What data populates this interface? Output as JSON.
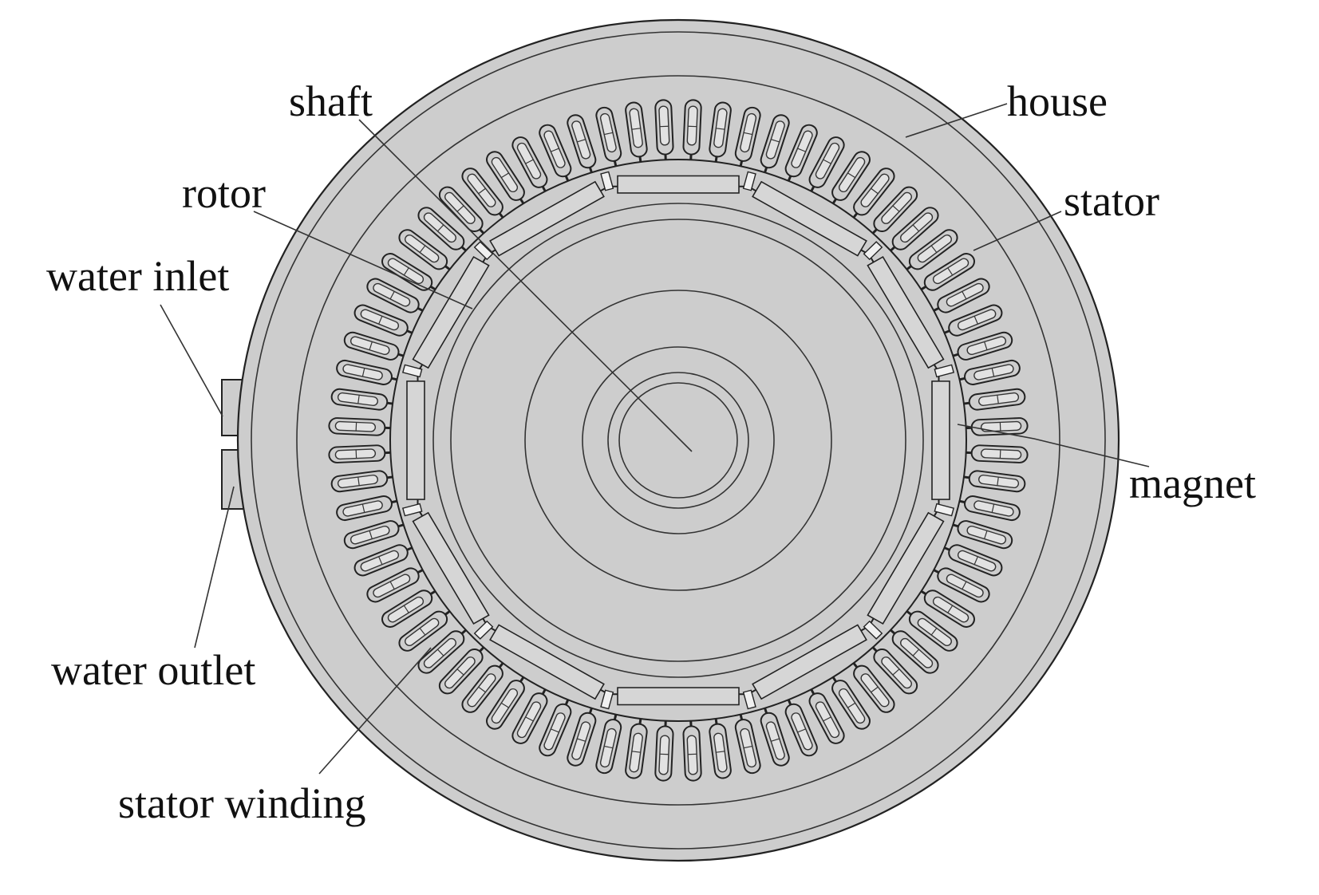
{
  "diagram": {
    "labels": {
      "shaft": "shaft",
      "house": "house",
      "rotor": "rotor",
      "stator": "stator",
      "water_inlet": "water inlet",
      "magnet": "magnet",
      "water_outlet": "water outlet",
      "stator_winding": "stator winding"
    },
    "slot_count": 72,
    "magnet_count": 12,
    "colors": {
      "body_fill": "#cdcdcd",
      "line": "#222222",
      "text": "#111111"
    }
  }
}
